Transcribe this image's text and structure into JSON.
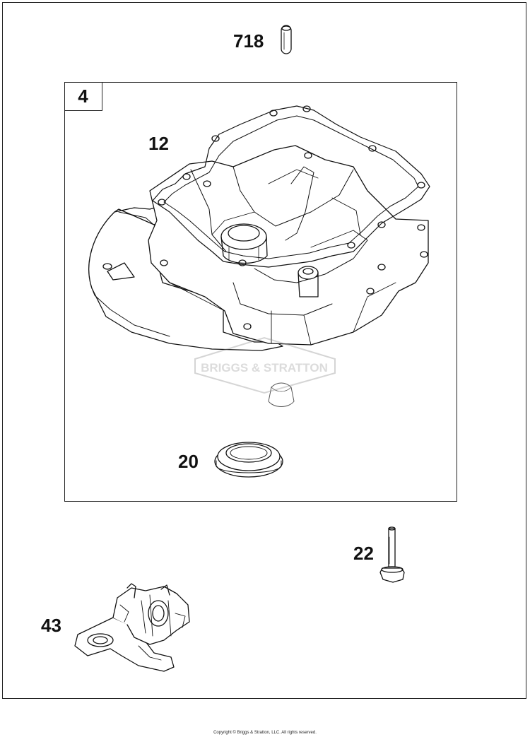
{
  "diagram": {
    "callouts": {
      "part_718": "718",
      "part_4": "4",
      "part_12": "12",
      "part_20": "20",
      "part_22": "22",
      "part_43": "43"
    },
    "watermark": "BRIGGS & STRATTON",
    "footer": "Copyright © Briggs & Stratton, LLC. All rights reserved."
  }
}
